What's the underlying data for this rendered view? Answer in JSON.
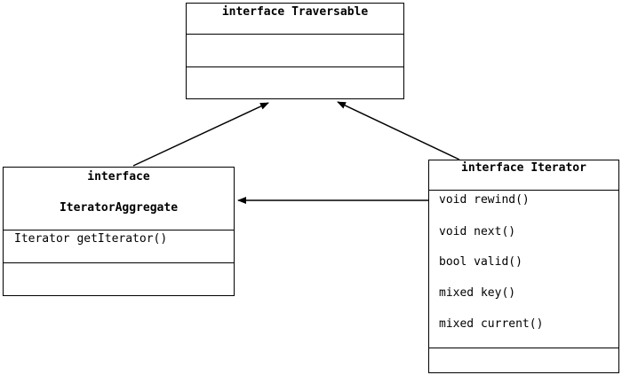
{
  "traversable": {
    "title": "interface Traversable"
  },
  "iterator_aggregate": {
    "title_line1": "interface",
    "title_line2": "IteratorAggregate",
    "methods": [
      "Iterator getIterator()"
    ]
  },
  "iterator": {
    "title": "interface Iterator",
    "methods": [
      "void rewind()",
      "void next()",
      "bool valid()",
      "mixed key()",
      "mixed current()"
    ]
  }
}
